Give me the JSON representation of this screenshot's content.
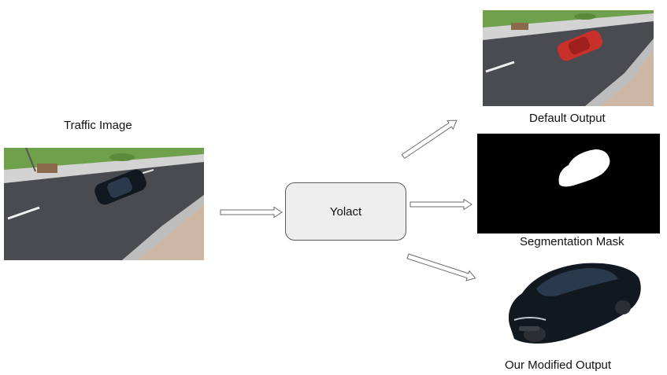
{
  "labels": {
    "traffic_image": "Traffic Image",
    "model": "Yolact",
    "default_output": "Default Output",
    "segmentation_mask": "Segmentation Mask",
    "modified_output": "Our Modified Output"
  },
  "colors": {
    "road": "#4a4b50",
    "grass": "#6fa04c",
    "sidewalk": "#cfcfcf",
    "dirt": "#cdb6a4",
    "car_dark": "#111820",
    "car_red": "#c8302b",
    "mask_bg": "#000000",
    "mask_fg": "#ffffff",
    "box_fill": "#eeeeee",
    "arrow_fill": "#ffffff",
    "arrow_stroke": "#6a6a6a"
  },
  "icons": {
    "input": "traffic-photo",
    "default": "traffic-photo-red-car",
    "mask": "car-silhouette-mask",
    "modified": "isolated-black-car"
  }
}
